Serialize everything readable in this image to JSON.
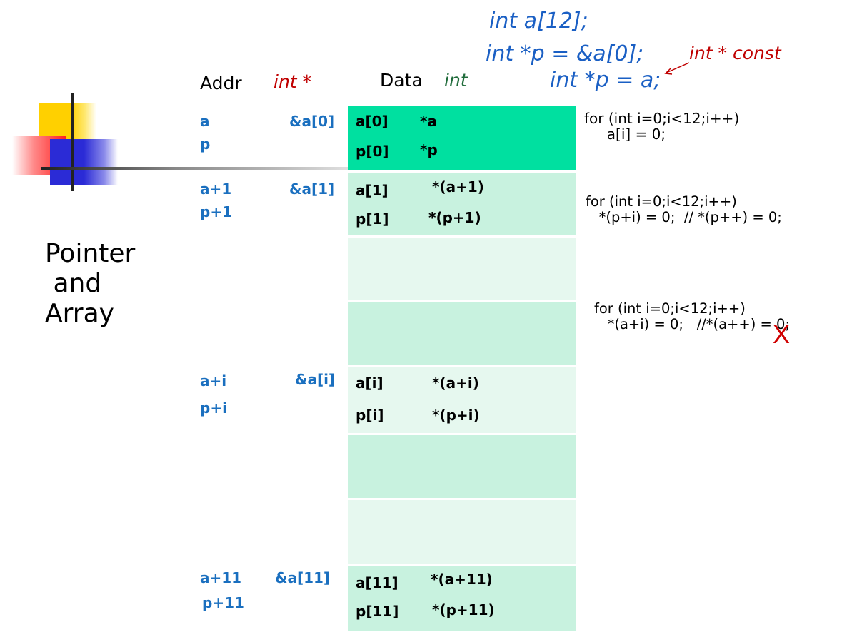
{
  "side_title": "Pointer\n and\nArray",
  "header": {
    "addr_label": "Addr",
    "addr_type": "int *",
    "data_label": "Data",
    "data_type": "int"
  },
  "declarations": {
    "line1": "int  a[12];",
    "line2": "int  *p = &a[0];",
    "line3": "int  *p = a;",
    "const_note": "int  * const"
  },
  "cells": [
    {
      "addr1": "a",
      "addr2": "p",
      "amp": "&a[0]",
      "label1": "a[0]",
      "deref1": "*a",
      "label2": "p[0]",
      "deref2": "*p"
    },
    {
      "addr1": "a+1",
      "addr2": "p+1",
      "amp": "&a[1]",
      "label1": "a[1]",
      "deref1": "*(a+1)",
      "label2": "p[1]",
      "deref2": "*(p+1)"
    },
    {
      "addr1": "a+i",
      "addr2": "p+i",
      "amp": "&a[i]",
      "label1": "a[i]",
      "deref1": "*(a+i)",
      "label2": "p[i]",
      "deref2": "*(p+i)"
    },
    {
      "addr1": "a+11",
      "addr2": "p+11",
      "amp": "&a[11]",
      "label1": "a[11]",
      "deref1": "*(a+11)",
      "label2": "p[11]",
      "deref2": "*(p+11)"
    }
  ],
  "code": {
    "snippet1": "for (int i=0;i<12;i++)\n     a[i] = 0;",
    "snippet2": "for (int i=0;i<12;i++)\n   *(p+i) = 0;  // *(p++) = 0;",
    "snippet3": "for (int i=0;i<12;i++)\n   *(a+i) = 0;   //*(a++) = 0;",
    "invalid_mark": "X"
  },
  "colors": {
    "cell_highlight": "#00e0a0",
    "cell_mid": "#c8f2df",
    "cell_light": "#e6f8ef",
    "addr_blue": "#1a6fbf",
    "decl_blue": "#1a5fc4",
    "type_red": "#c00000",
    "type_green": "#1f6b3a"
  }
}
